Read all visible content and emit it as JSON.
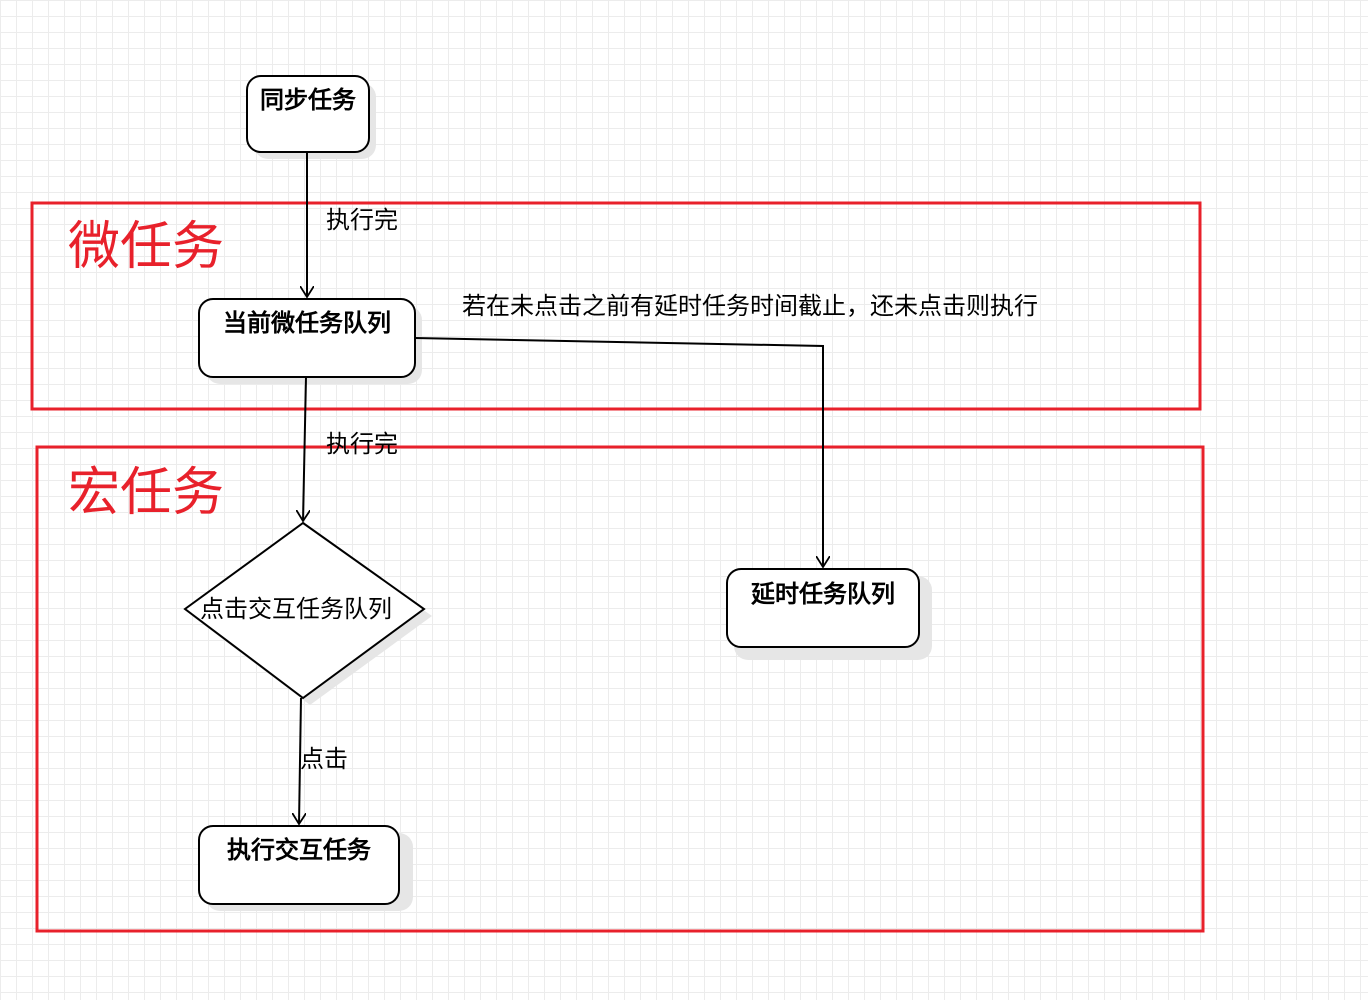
{
  "colors": {
    "region_border": "#e8212b",
    "region_title": "#e8212b",
    "node_border": "#000000",
    "node_fill": "#ffffff",
    "node_shadow": "#e6e6e6",
    "edge": "#000000",
    "text": "#000000"
  },
  "regions": {
    "micro": {
      "title": "微任务"
    },
    "macro": {
      "title": "宏任务"
    }
  },
  "nodes": {
    "sync": {
      "label": "同步任务"
    },
    "micro_queue": {
      "label": "当前微任务队列"
    },
    "interaction_queue": {
      "label": "点击交互任务队列"
    },
    "execute_interaction": {
      "label": "执行交互任务"
    },
    "delay_queue": {
      "label": "延时任务队列"
    }
  },
  "edges": {
    "sync_to_micro": {
      "label": "执行完"
    },
    "micro_to_interaction": {
      "label": "执行完"
    },
    "micro_to_delay": {
      "label": "若在未点击之前有延时任务时间截止，还未点击则执行"
    },
    "interaction_to_execute": {
      "label": "点击"
    }
  }
}
